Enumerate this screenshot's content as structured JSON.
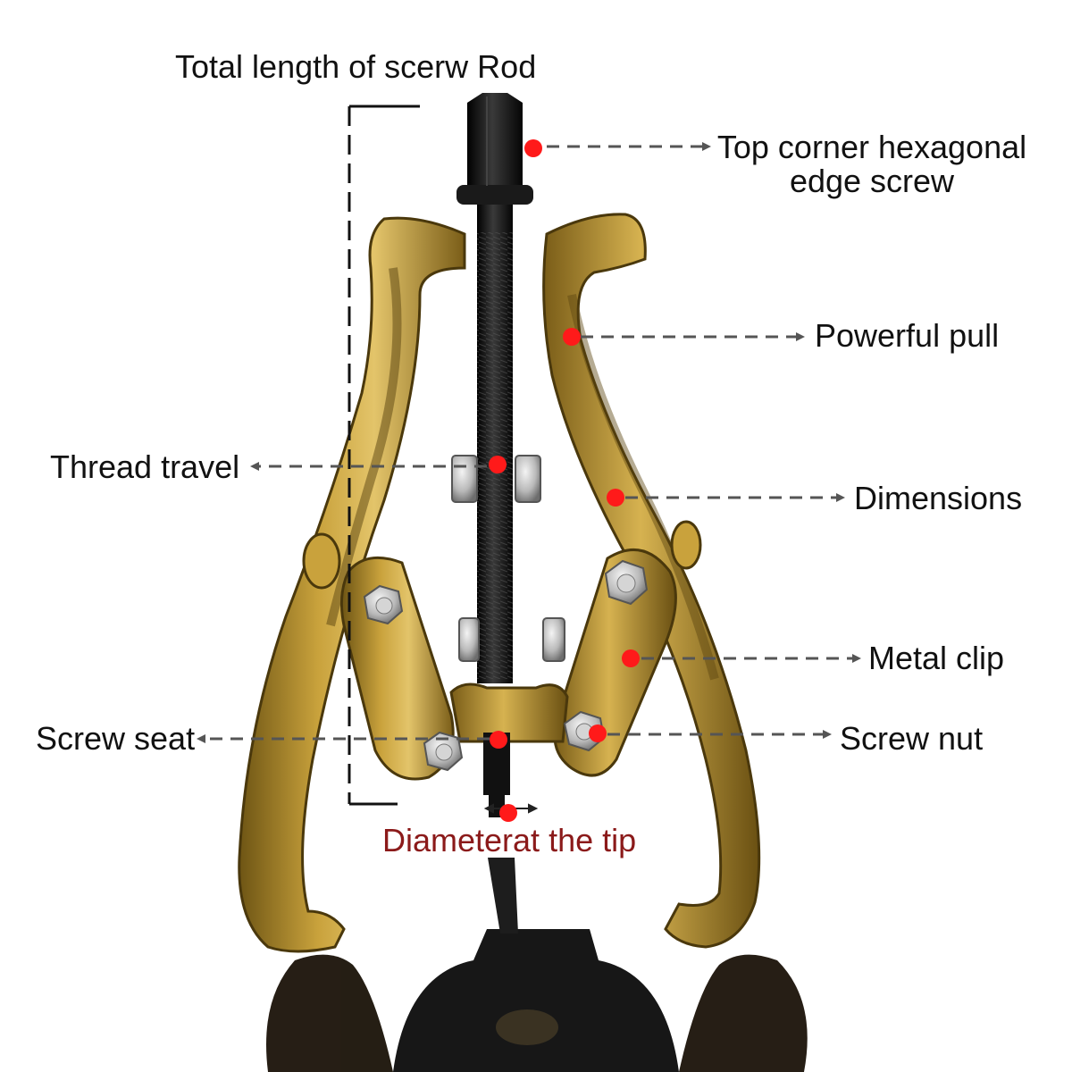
{
  "labels": {
    "total_length": "Total length of scerw Rod",
    "top_hex": "Top corner hexagonal edge screw",
    "powerful_pull": "Powerful pull",
    "thread_travel": "Thread travel",
    "dimensions": "Dimensions",
    "metal_clip": "Metal clip",
    "screw_seat": "Screw seat",
    "screw_nut": "Screw nut",
    "tip_diameter": "Diameterat the tip"
  },
  "colors": {
    "marker": "#ff1a1a",
    "tool_gold": "#b8902a",
    "rod_black": "#111111",
    "tip_label": "#8b1a1a"
  },
  "icons": {
    "marker": "red-dot-marker",
    "tool": "three-jaw-gear-puller"
  }
}
